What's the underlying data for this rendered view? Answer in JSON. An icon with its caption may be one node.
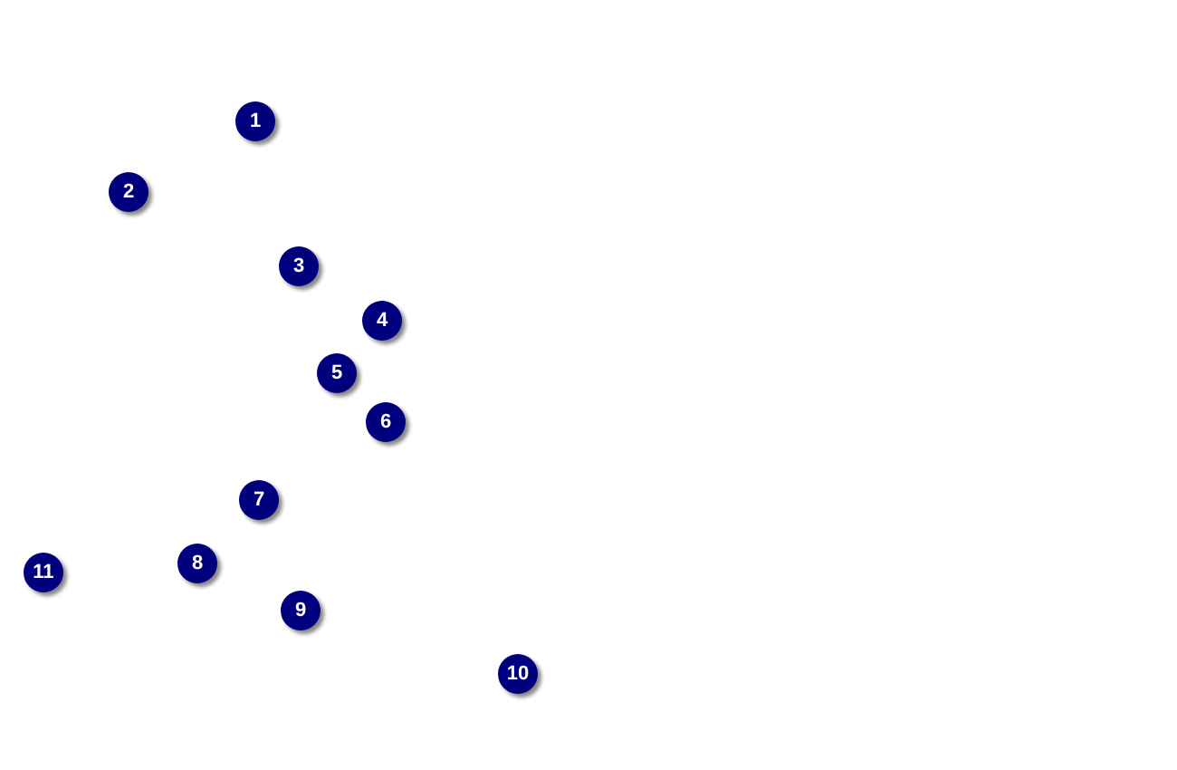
{
  "diagram": {
    "labels": [
      "1",
      "2",
      "3",
      "4",
      "5",
      "6",
      "7",
      "8",
      "9",
      "10",
      "11"
    ]
  }
}
